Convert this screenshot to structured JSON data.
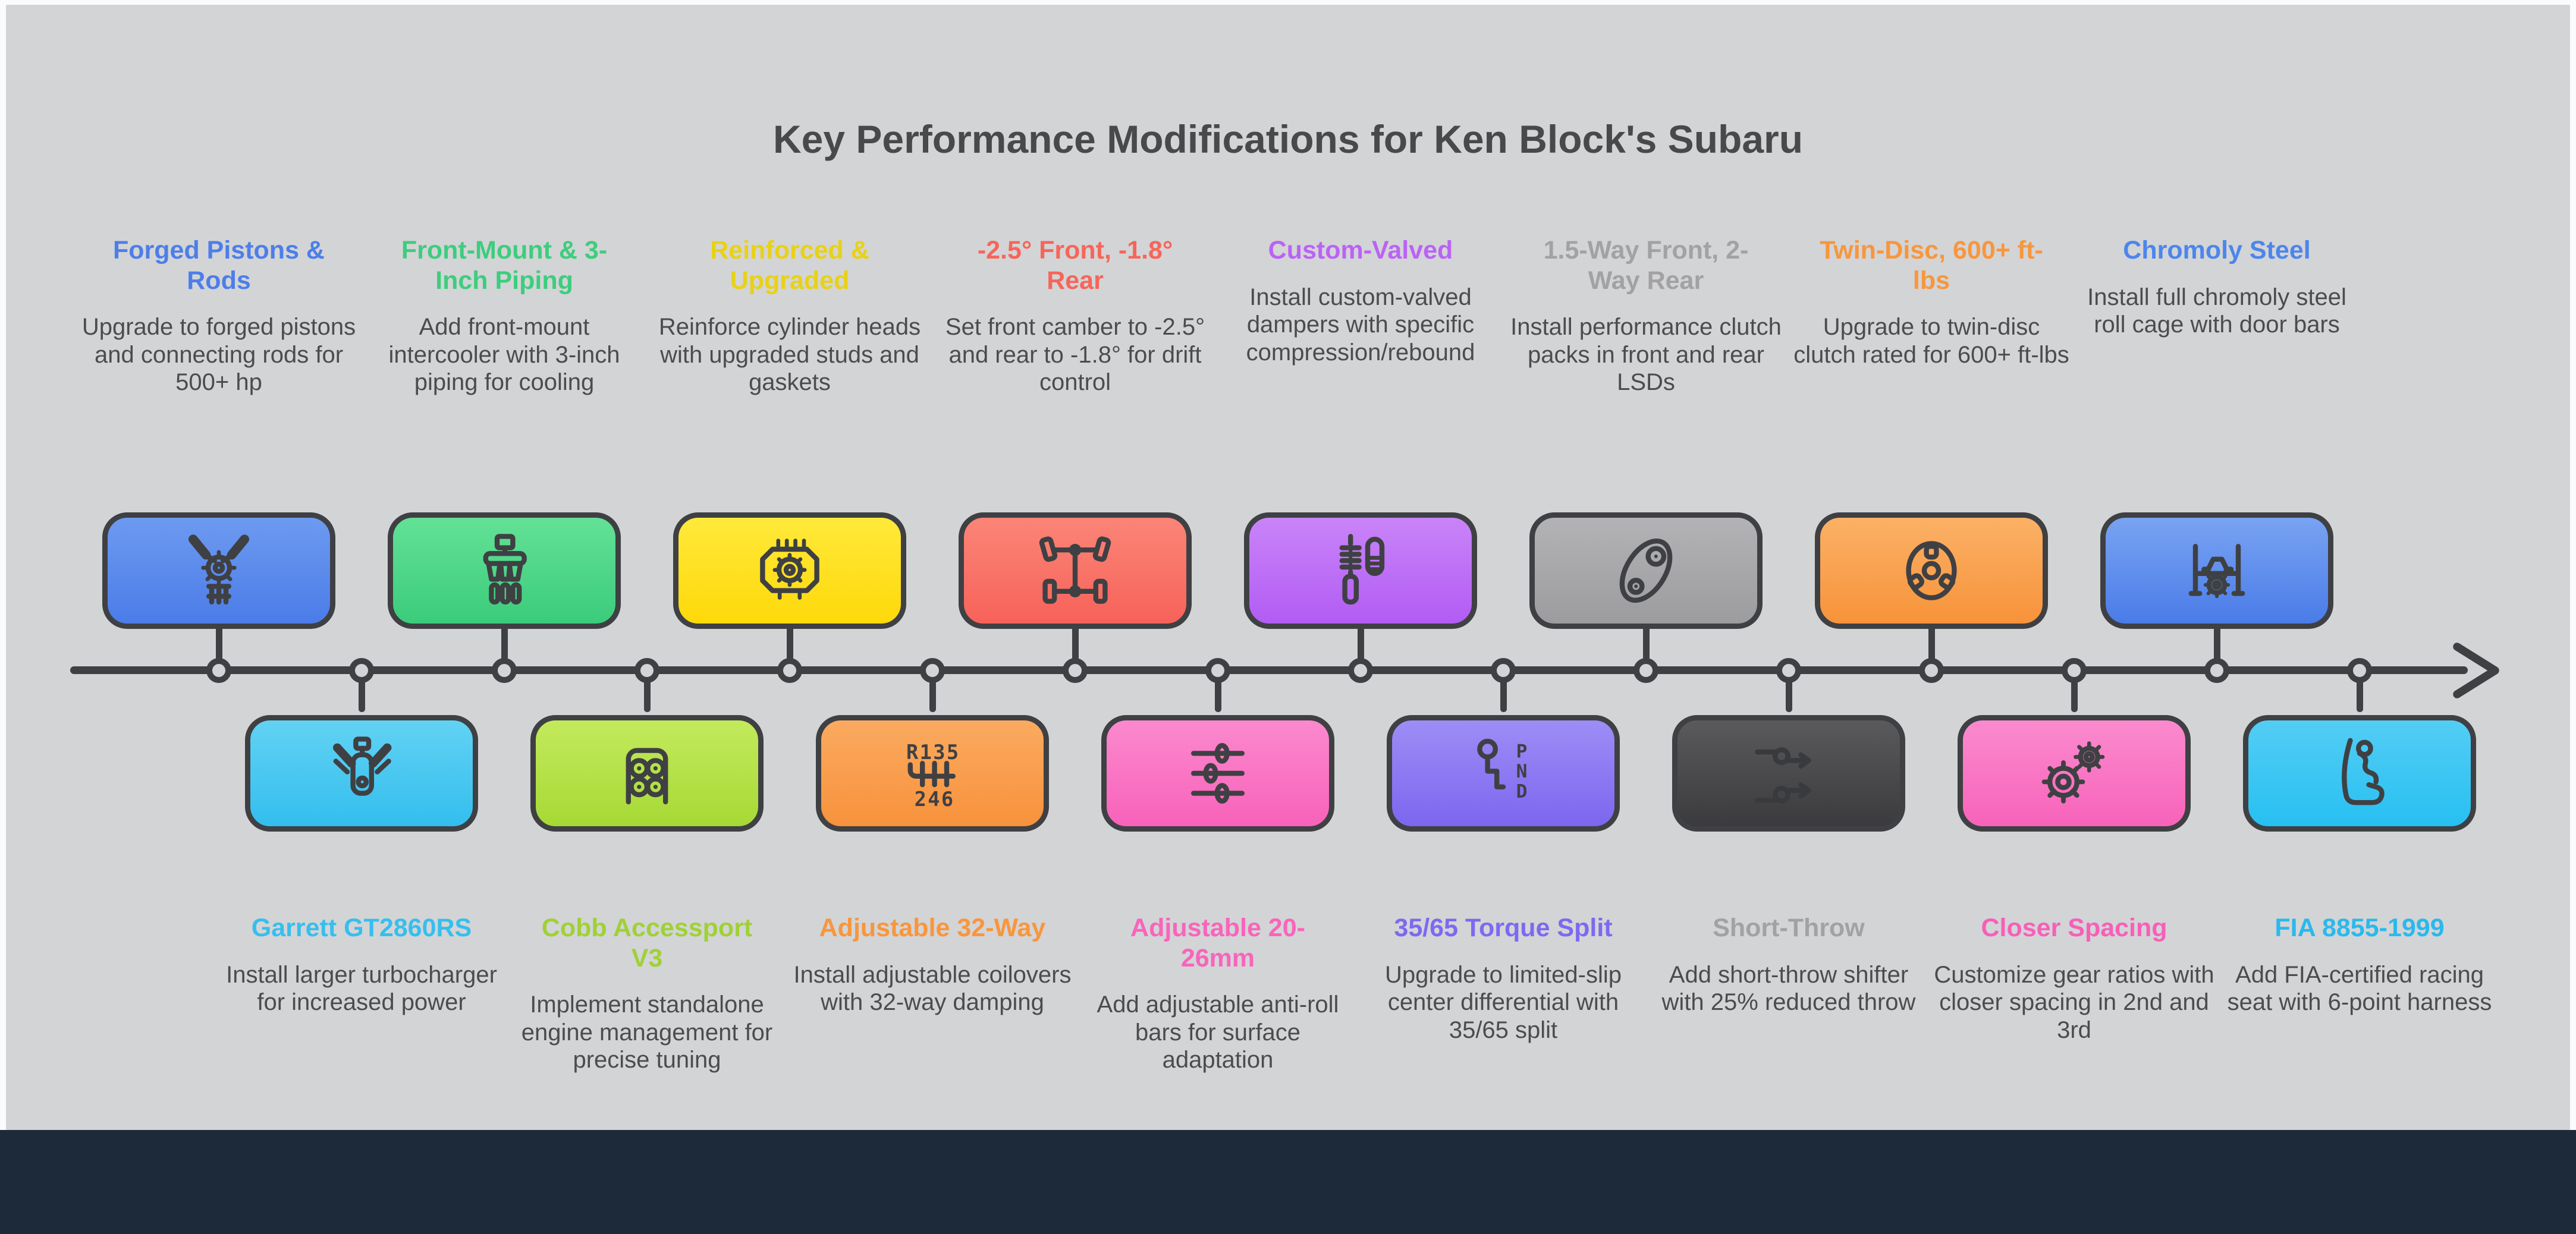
{
  "title": "Key Performance Modifications for Ken Block's Subaru",
  "colors": {
    "page_margin": "#fafbfc",
    "board_background": "#d3d4d6",
    "footer_band": "#1c2a3a",
    "ink": "#3f4043",
    "body_text": "#4b4c4e",
    "title_text": "#48494b"
  },
  "timeline": {
    "top_items": [
      {
        "heading": "Forged Pistons & Rods",
        "desc": "Upgrade to forged pistons and connecting rods for 500+ hp",
        "heading_color": "#4d7ee9",
        "box_top": "#6d9af0",
        "box_bottom": "#4b7ce8",
        "icon": "v-engine-icon"
      },
      {
        "heading": "Front-Mount & 3-Inch Piping",
        "desc": "Add front-mount intercooler with 3-inch piping for cooling",
        "heading_color": "#3dcd7d",
        "box_top": "#63e197",
        "box_bottom": "#3bcc7b",
        "icon": "intercooler-icon"
      },
      {
        "heading": "Reinforced & Upgraded",
        "desc": "Reinforce cylinder heads with upgraded studs and gaskets",
        "heading_color": "#e8d213",
        "box_top": "#ffe93a",
        "box_bottom": "#fed90a",
        "icon": "engine-block-icon"
      },
      {
        "heading": "-2.5° Front, -1.8° Rear",
        "desc": "Set front camber to -2.5° and rear to -1.8° for drift control",
        "heading_color": "#f7655a",
        "box_top": "#fb8577",
        "box_bottom": "#f7625a",
        "icon": "axle-icon"
      },
      {
        "heading": "Custom-Valved",
        "desc": "Install custom-valved dampers with specific compression/rebound",
        "heading_color": "#bb62f6",
        "box_top": "#c984f8",
        "box_bottom": "#b25cf4",
        "icon": "damper-icon"
      },
      {
        "heading": "1.5-Way Front, 2-Way Rear",
        "desc": "Install performance clutch packs in front and rear LSDs",
        "heading_color": "#a2a2a5",
        "box_top": "#b3b3b6",
        "box_bottom": "#9c9c9f",
        "icon": "timing-chain-icon"
      },
      {
        "heading": "Twin-Disc, 600+ ft-lbs",
        "desc": "Upgrade to twin-disc clutch rated for 600+ ft-lbs",
        "heading_color": "#f8963c",
        "box_top": "#fbb166",
        "box_bottom": "#f7933a",
        "icon": "clutch-disc-icon"
      },
      {
        "heading": "Chromoly Steel",
        "desc": "Install full chromoly steel roll cage with door bars",
        "heading_color": "#4c86ec",
        "box_top": "#79a3f2",
        "box_bottom": "#4a7ce8",
        "icon": "roll-cage-icon"
      }
    ],
    "bottom_items": [
      {
        "heading": "Garrett GT2860RS",
        "desc": "Install larger turbocharger for increased power",
        "heading_color": "#35bfee",
        "box_top": "#62d2f3",
        "box_bottom": "#33beee",
        "icon": "turbo-icon"
      },
      {
        "heading": "Cobb Accessport V3",
        "desc": "Implement standalone engine management for precise tuning",
        "heading_color": "#9fd135",
        "box_top": "#c3ea5c",
        "box_bottom": "#a6d935",
        "icon": "ecu-icon"
      },
      {
        "heading": "Adjustable 32-Way",
        "desc": "Install adjustable coilovers with 32-way damping",
        "heading_color": "#f8963c",
        "box_top": "#fbaa60",
        "box_bottom": "#f7923c",
        "icon": "shift-pattern-icon"
      },
      {
        "heading": "Adjustable 20-26mm",
        "desc": "Add adjustable anti-roll bars for surface adaptation",
        "heading_color": "#f964bb",
        "box_top": "#fb89ce",
        "box_bottom": "#f862ba",
        "icon": "sliders-icon"
      },
      {
        "heading": "35/65 Torque Split",
        "desc": "Upgrade to limited-slip center differential with 35/65 split",
        "heading_color": "#7e68f0",
        "box_top": "#9d8df6",
        "box_bottom": "#7d66ef",
        "icon": "short-shifter-pnd-icon"
      },
      {
        "heading": "Short-Throw",
        "desc": "Add short-throw shifter with 25% reduced throw",
        "heading_color": "#a2a2a5",
        "box_top": "#5a5a5c",
        "box_bottom": "#3b3b3d",
        "icon": "short-shifter-icon"
      },
      {
        "heading": "Closer Spacing",
        "desc": "Customize gear ratios with closer spacing in 2nd and 3rd",
        "heading_color": "#f75fb8",
        "box_top": "#fb8ace",
        "box_bottom": "#f763ba",
        "icon": "gears-icon"
      },
      {
        "heading": "FIA 8855-1999",
        "desc": "Add FIA-certified racing seat with 6-point harness",
        "heading_color": "#2ab9ec",
        "box_top": "#53cdf4",
        "box_bottom": "#27c0f2",
        "icon": "racing-seat-icon"
      }
    ]
  }
}
